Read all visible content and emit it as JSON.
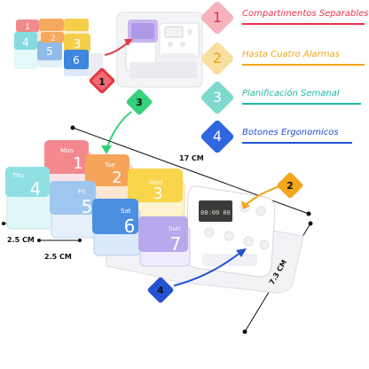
{
  "features": [
    {
      "number": "1",
      "label": "Compartimentos Separables",
      "color": "#e8304f",
      "badge_bg": "#f5b3bc",
      "num_color": "#e8304f"
    },
    {
      "number": "2",
      "label": "Hasta Cuatro Alarmas",
      "color": "#f2a61a",
      "badge_bg": "#f9df9d",
      "num_color": "#e9a21c"
    },
    {
      "number": "3",
      "label": "Planificación Semanal",
      "color": "#22b6a2",
      "badge_bg": "#7fd9cd",
      "num_color": "#ffffff"
    },
    {
      "number": "4",
      "label": "Botones Ergonomicos",
      "color": "#2353d1",
      "badge_bg": "#2f67e0",
      "num_color": "#ffffff"
    }
  ],
  "callouts": [
    "1",
    "3",
    "2",
    "4"
  ],
  "dimensions": {
    "length": "17 CM",
    "width": "7.3 CM",
    "cell_a": "2.5 CM",
    "cell_b": "2.5 CM"
  },
  "days": [
    {
      "day": "Mon",
      "num": "1",
      "lid": "#f3898f",
      "body": "#fbe3e5"
    },
    {
      "day": "Tue",
      "num": "2",
      "lid": "#f6a45a",
      "body": "#fde7d3"
    },
    {
      "day": "Wed",
      "num": "3",
      "lid": "#f8d54a",
      "body": "#fdf3cf"
    },
    {
      "day": "Thu",
      "num": "4",
      "lid": "#8fe0e3",
      "body": "#e2f7f8"
    },
    {
      "day": "Fri",
      "num": "5",
      "lid": "#9fc6ef",
      "body": "#e5f0fb"
    },
    {
      "day": "Sat",
      "num": "6",
      "lid": "#4b8fe0",
      "body": "#dbe9fa"
    },
    {
      "day": "Sun",
      "num": "7",
      "lid": "#b8a8ec",
      "body": "#efeafc"
    }
  ],
  "small_set": [
    {
      "num": "1",
      "color": "#f08a8c"
    },
    {
      "num": "2",
      "color": "#f6a85e"
    },
    {
      "num": "3",
      "color": "#f5cf4a"
    },
    {
      "num": "4",
      "color": "#86dbe0"
    },
    {
      "num": "5",
      "color": "#8fbce9"
    },
    {
      "num": "6",
      "color": "#3f86dd"
    }
  ],
  "clock_display": "00:00 00"
}
